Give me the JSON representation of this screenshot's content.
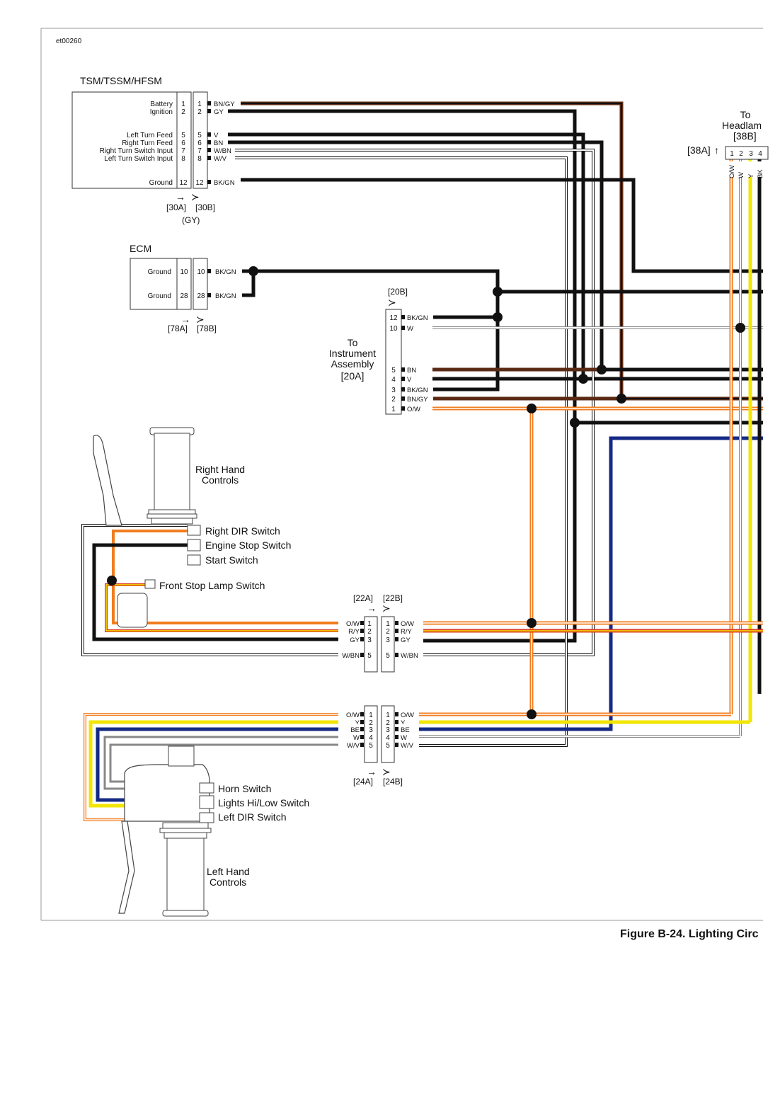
{
  "figure_id": "et00260",
  "caption": "Figure B-24. Lighting Circ",
  "tssm": {
    "title": "TSM/TSSM/HFSM",
    "labels": [
      "Battery",
      "Ignition",
      "Left Turn Feed",
      "Right Turn Feed",
      "Right Turn Switch Input",
      "Left Turn Switch Input",
      "Ground"
    ],
    "pins": [
      "1",
      "2",
      "5",
      "6",
      "7",
      "8",
      "12"
    ],
    "wires": [
      "BN/GY",
      "GY",
      "V",
      "BN",
      "W/BN",
      "W/V",
      "BK/GN"
    ],
    "conn_a": "[30A]",
    "conn_b": "[30B]",
    "color": "(GY)"
  },
  "ecm": {
    "title": "ECM",
    "labels": [
      "Ground",
      "Ground"
    ],
    "pins": [
      "10",
      "28"
    ],
    "wires": [
      "BK/GN",
      "BK/GN"
    ],
    "conn_a": "[78A]",
    "conn_b": "[78B]"
  },
  "instrument": {
    "conn": "[20B]",
    "title_lines": [
      "To",
      "Instrument",
      "Assembly",
      "[20A]"
    ],
    "pins": [
      "12",
      "10",
      "5",
      "4",
      "3",
      "2",
      "1"
    ],
    "wires": [
      "BK/GN",
      "W",
      "BN",
      "V",
      "BK/GN",
      "BN/GY",
      "O/W"
    ]
  },
  "headlamp": {
    "title_lines": [
      "To",
      "Headlam",
      "[38B]"
    ],
    "conn": "[38A]",
    "pins": [
      "1",
      "2",
      "3",
      "4"
    ],
    "wires": [
      "O/W",
      "W",
      "Y",
      "BK"
    ]
  },
  "right_hand": {
    "title_lines": [
      "Right Hand",
      "Controls"
    ],
    "switches": [
      "Right DIR Switch",
      "Engine Stop Switch",
      "Start Switch",
      "Front Stop Lamp Switch"
    ]
  },
  "conn22": {
    "conn_a": "[22A]",
    "conn_b": "[22B]",
    "pins": [
      "1",
      "2",
      "3",
      "5"
    ],
    "wires": [
      "O/W",
      "R/Y",
      "GY",
      "W/BN"
    ]
  },
  "conn24": {
    "conn_a": "[24A]",
    "conn_b": "[24B]",
    "pins": [
      "1",
      "2",
      "3",
      "4",
      "5"
    ],
    "wires": [
      "O/W",
      "Y",
      "BE",
      "W",
      "W/V"
    ]
  },
  "left_hand": {
    "title_lines": [
      "Left Hand",
      "Controls"
    ],
    "switches": [
      "Horn Switch",
      "Lights Hi/Low Switch",
      "Left DIR Switch"
    ]
  },
  "colors": {
    "black": "#111111",
    "orange": "#f07c1e",
    "yellow": "#f2e600",
    "blue": "#142a85",
    "red": "#d93a1f",
    "brown": "#5a2a14",
    "violet": "#6b4a8f",
    "white_wire": "#ffffff",
    "frame": "#888888"
  }
}
